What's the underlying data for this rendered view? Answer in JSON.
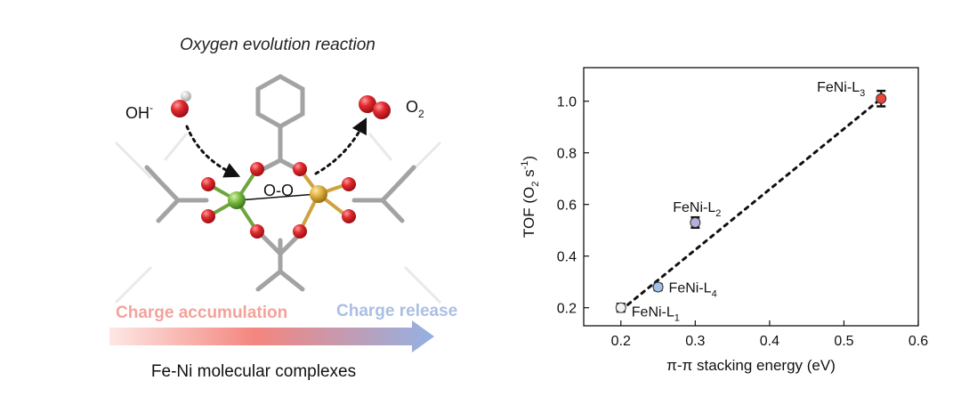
{
  "left_panel": {
    "title": "Oxygen evolution reaction",
    "oh_label": "OH",
    "oh_superscript": "-",
    "o2_label": "O",
    "o2_subscript": "2",
    "bridge_label": "O-O",
    "charge_accumulation": "Charge accumulation",
    "charge_release": "Charge release",
    "caption": "Fe-Ni molecular complexes",
    "colors": {
      "oxygen": "#d9202a",
      "iron": "#6db33f",
      "nickel": "#d9a93a",
      "carbon": "#9a9a9a",
      "arrow_start": "#fde8e4",
      "arrow_mid": "#f4857e",
      "arrow_end": "#93b1e4"
    }
  },
  "chart_data": {
    "type": "scatter",
    "xlabel": "π-π stacking energy (eV)",
    "ylabel_main": "TOF (O",
    "ylabel_sub": "2",
    "ylabel_mid": " s",
    "ylabel_sup": "-1",
    "ylabel_end": ")",
    "xlim": [
      0.15,
      0.6
    ],
    "ylim": [
      0.13,
      1.13
    ],
    "xticks": [
      0.2,
      0.3,
      0.4,
      0.5,
      0.6
    ],
    "yticks": [
      0.2,
      0.4,
      0.6,
      0.8,
      1.0
    ],
    "xtick_labels": [
      "0.2",
      "0.3",
      "0.4",
      "0.5",
      "0.6"
    ],
    "ytick_labels": [
      "0.2",
      "0.4",
      "0.6",
      "0.8",
      "1.0"
    ],
    "points": [
      {
        "name": "FeNi-L",
        "sub": "1",
        "x": 0.2,
        "y": 0.2,
        "err": 0.015,
        "color": "#f2f2f2"
      },
      {
        "name": "FeNi-L",
        "sub": "4",
        "x": 0.25,
        "y": 0.28,
        "err": 0.012,
        "color": "#9fc4e8"
      },
      {
        "name": "FeNi-L",
        "sub": "2",
        "x": 0.3,
        "y": 0.53,
        "err": 0.02,
        "color": "#b3b1d9"
      },
      {
        "name": "FeNi-L",
        "sub": "3",
        "x": 0.55,
        "y": 1.01,
        "err": 0.03,
        "color": "#e8453c"
      }
    ],
    "fit_line": {
      "x": [
        0.2,
        0.55
      ],
      "y": [
        0.19,
        1.01
      ]
    }
  }
}
